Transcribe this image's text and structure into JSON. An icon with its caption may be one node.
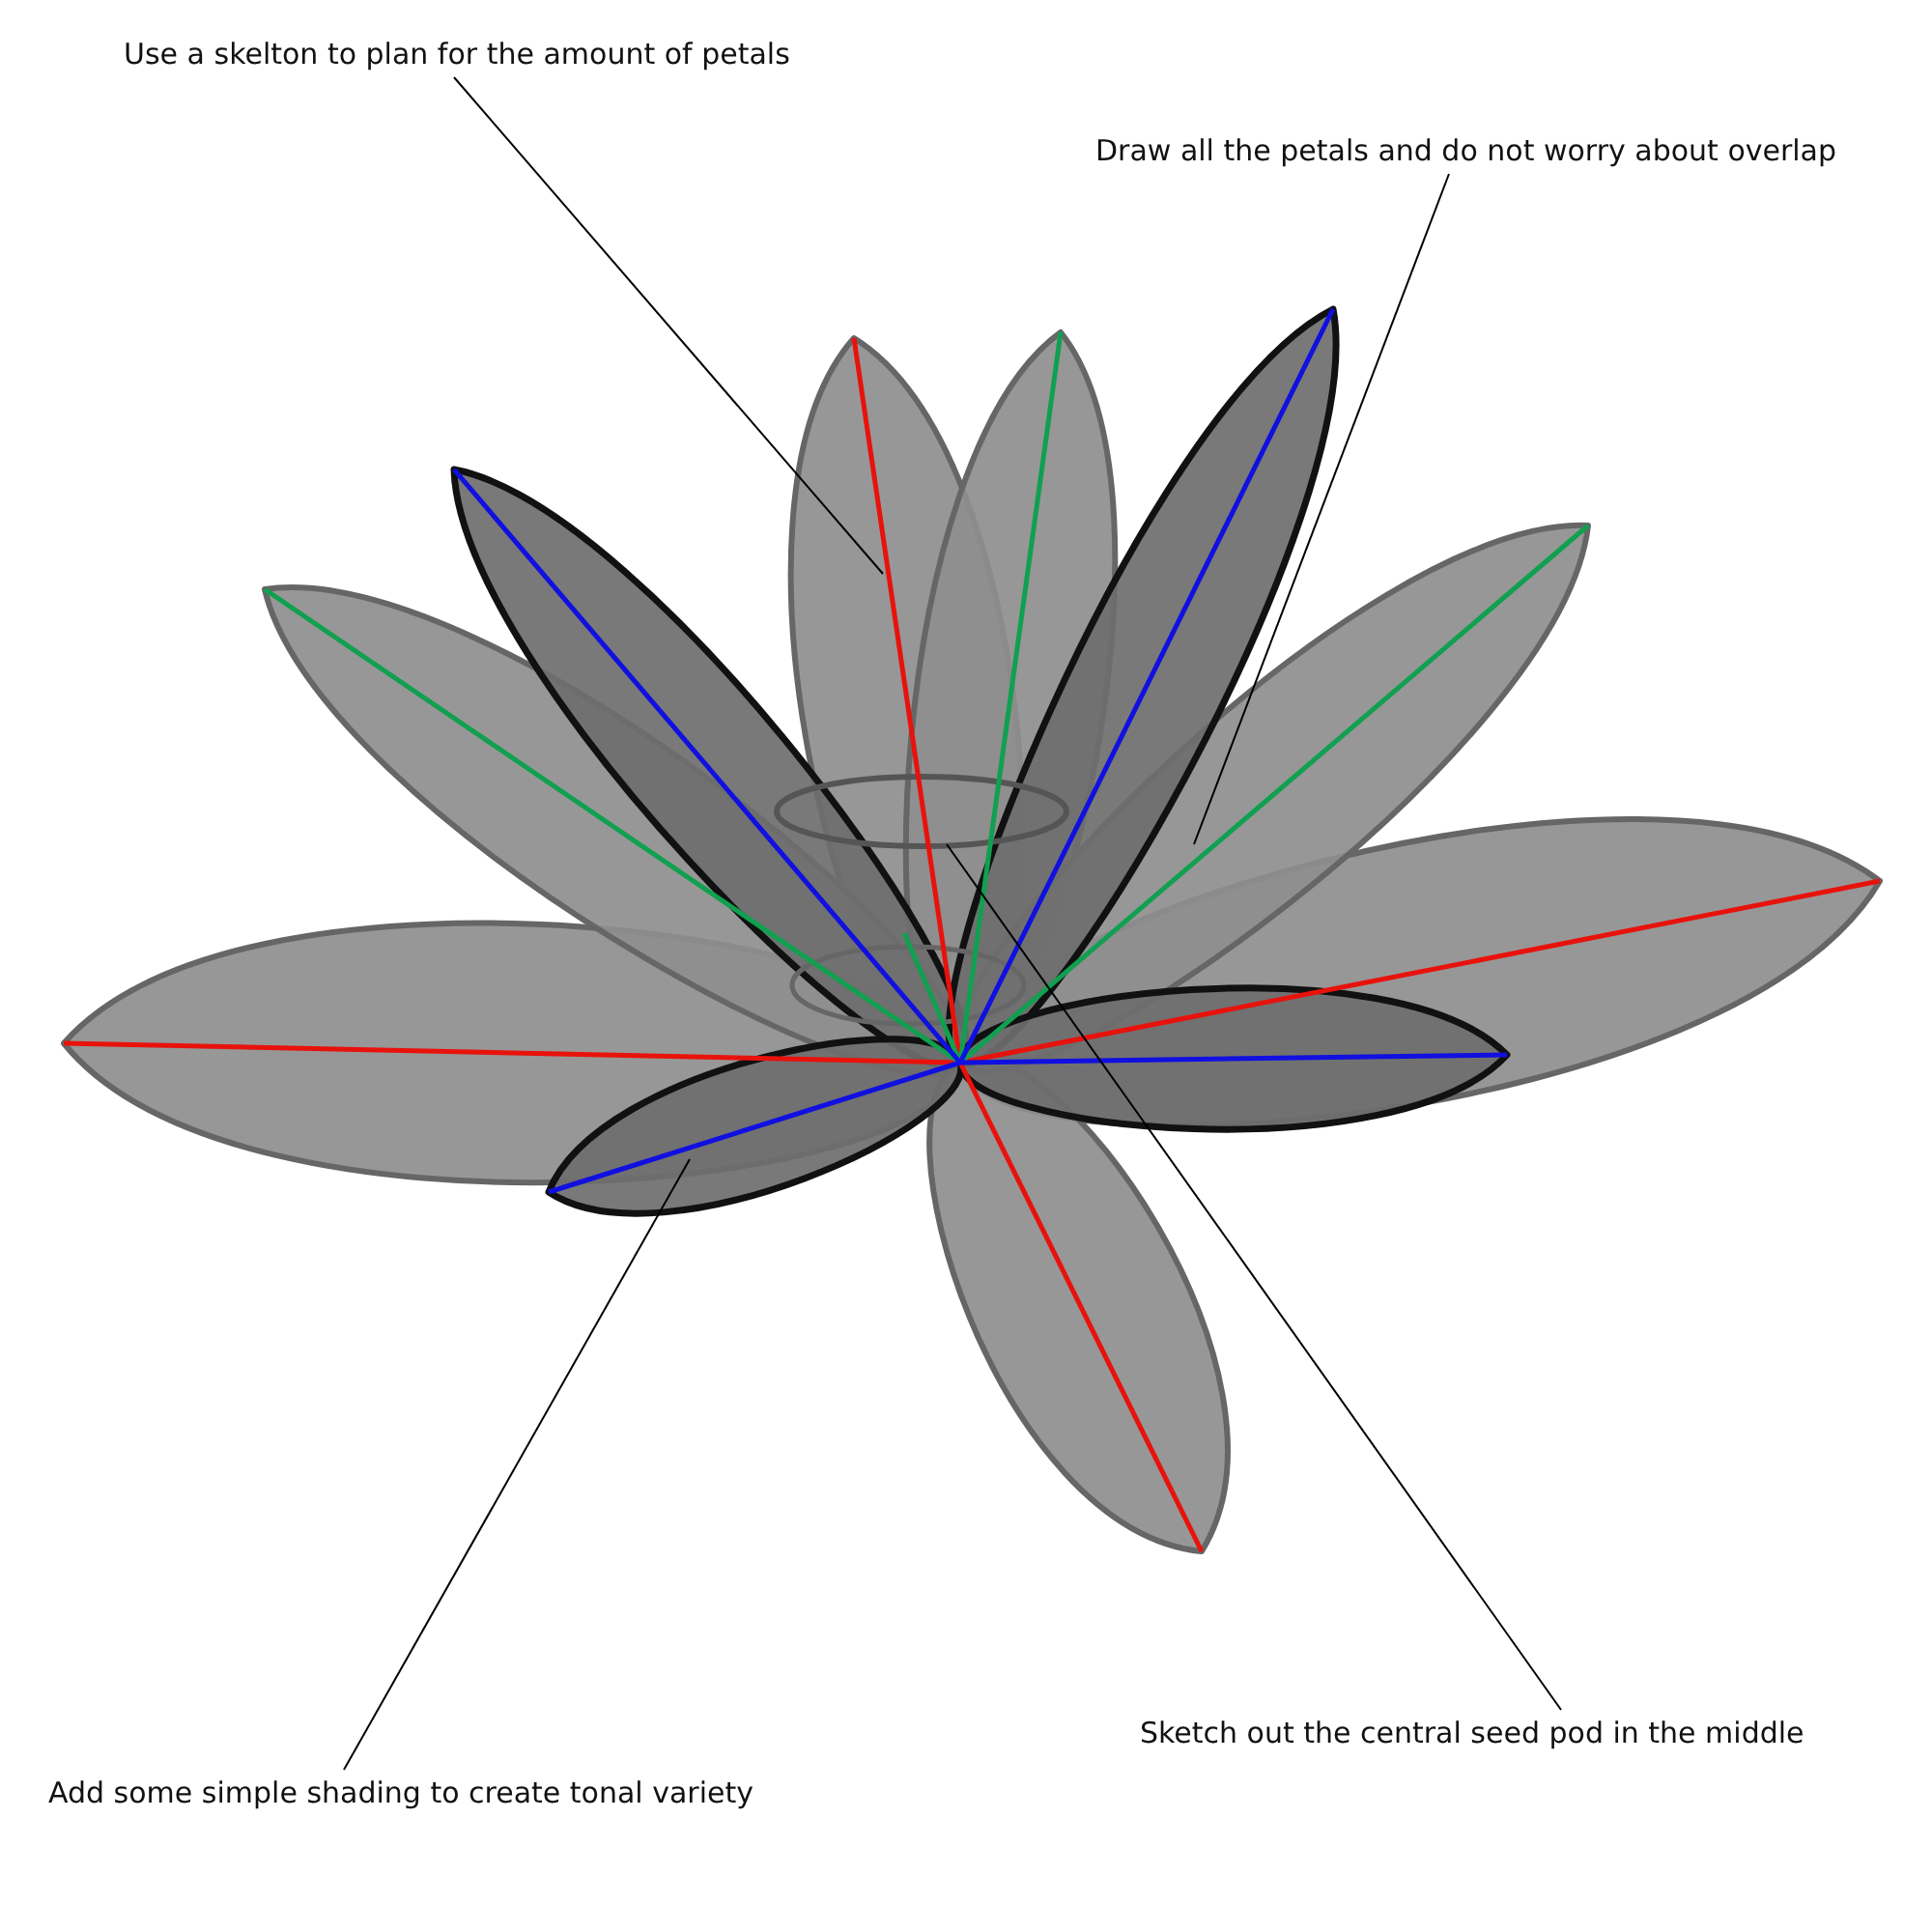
{
  "diagram": {
    "nodes": [
      {
        "text": [
          "Use a skelton to plan for the amount of petals"
        ]
      },
      {
        "text": [
          "Draw all the petals and do not worry about overlap"
        ]
      },
      {
        "text": [
          "Sketch out the central seed pod in the middle"
        ]
      },
      {
        "text": [
          "Add some simple shading to create tonal variety"
        ]
      }
    ],
    "edges": [
      {
        "from": 0,
        "to": null,
        "arrow": "none"
      },
      {
        "from": 1,
        "to": null,
        "arrow": "none"
      },
      {
        "from": 2,
        "to": null,
        "arrow": "none"
      },
      {
        "from": 3,
        "to": null,
        "arrow": "none"
      }
    ]
  }
}
